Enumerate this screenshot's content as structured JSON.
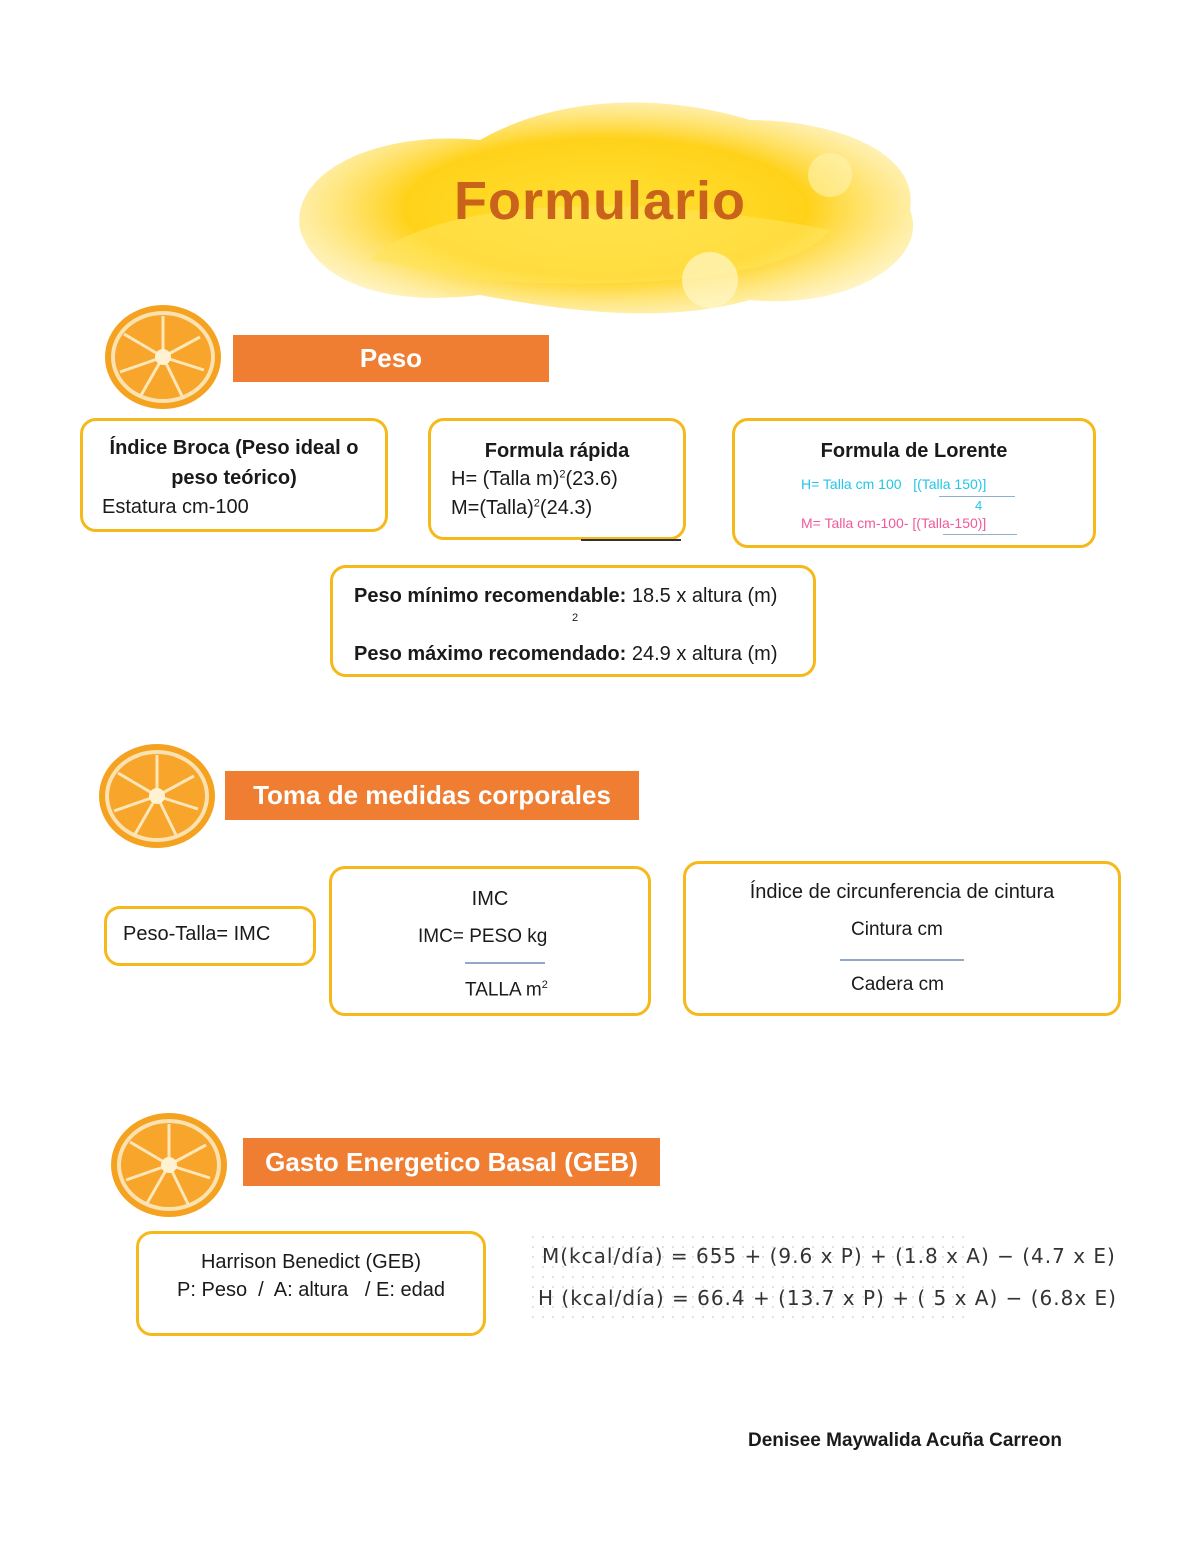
{
  "title": "Formulario",
  "colors": {
    "accent": "#ef7e33",
    "box_border": "#f6b91b",
    "title": "#c9621a",
    "cyan": "#22c6e8",
    "pink": "#f0599a"
  },
  "icons": [
    "orange-slice-icon"
  ],
  "sections": {
    "peso": {
      "banner": "Peso",
      "broca": {
        "title_line1": "Índice Broca (Peso ideal o",
        "title_line2": "peso teórico)",
        "formula": "Estatura cm-100"
      },
      "rapida": {
        "title": "Formula rápida",
        "h": "H= (Talla m)",
        "h_end": "(23.6)",
        "m": "M=(Talla)",
        "m_end": "(24.3)",
        "sup": "2"
      },
      "lorente": {
        "title": "Formula de Lorente",
        "h_left": "H= Talla cm 100",
        "h_right": "[(Talla   150)]",
        "h_div": "4",
        "m_left": "M= Talla cm-100-",
        "m_right": "[(Talla-150)]"
      },
      "rango": {
        "min_label": "Peso mínimo recomendable:",
        "min_value": "18.5 x altura (m)",
        "sup": "2",
        "max_label": "Peso máximo recomendado:",
        "max_value": "24.9 x altura (m)"
      }
    },
    "medidas": {
      "banner": "Toma de medidas corporales",
      "peso_talla": "Peso-Talla= IMC",
      "imc": {
        "title": "IMC",
        "numerator": "IMC= PESO kg",
        "denominator": "TALLA m",
        "sup": "2"
      },
      "cintura": {
        "title": "Índice de circunferencia de cintura",
        "numerator": "Cintura cm",
        "denominator": "Cadera cm"
      }
    },
    "geb": {
      "banner": "Gasto Energetico Basal (GEB)",
      "harrison": {
        "title": "Harrison Benedict (GEB)",
        "vars": "P: Peso  /  A: altura   / E: edad"
      },
      "handwritten": {
        "line1": "M(kcal/día) = 655 + (9.6 x P) + (1.8 x A) − (4.7 x E)",
        "line2": "H (kcal/día) = 66.4 + (13.7 x P) + ( 5 x A) − (6.8x E)"
      }
    }
  },
  "author": "Denisee Maywalida Acuña Carreon"
}
